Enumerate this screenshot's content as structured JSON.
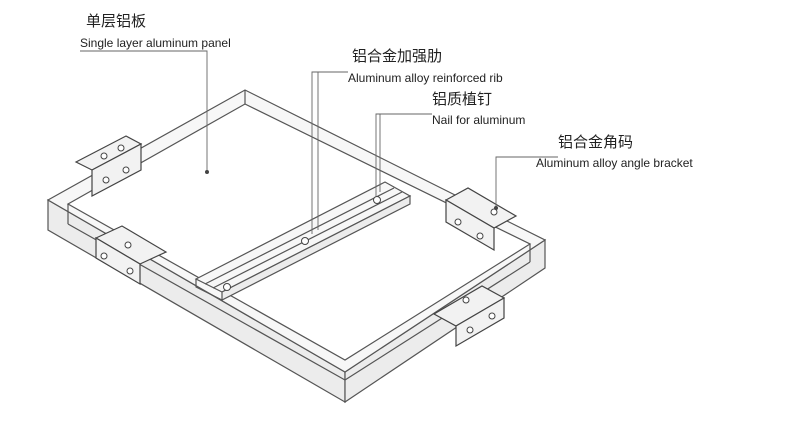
{
  "labels": {
    "panel": {
      "zh": "单层铝板",
      "en": "Single layer aluminum panel"
    },
    "rib": {
      "zh": "铝合金加强肋",
      "en": "Aluminum alloy reinforced rib"
    },
    "nail": {
      "zh": "铝质植钉",
      "en": "Nail for aluminum"
    },
    "bracket": {
      "zh": "铝合金角码",
      "en": "Aluminum alloy angle bracket"
    }
  }
}
